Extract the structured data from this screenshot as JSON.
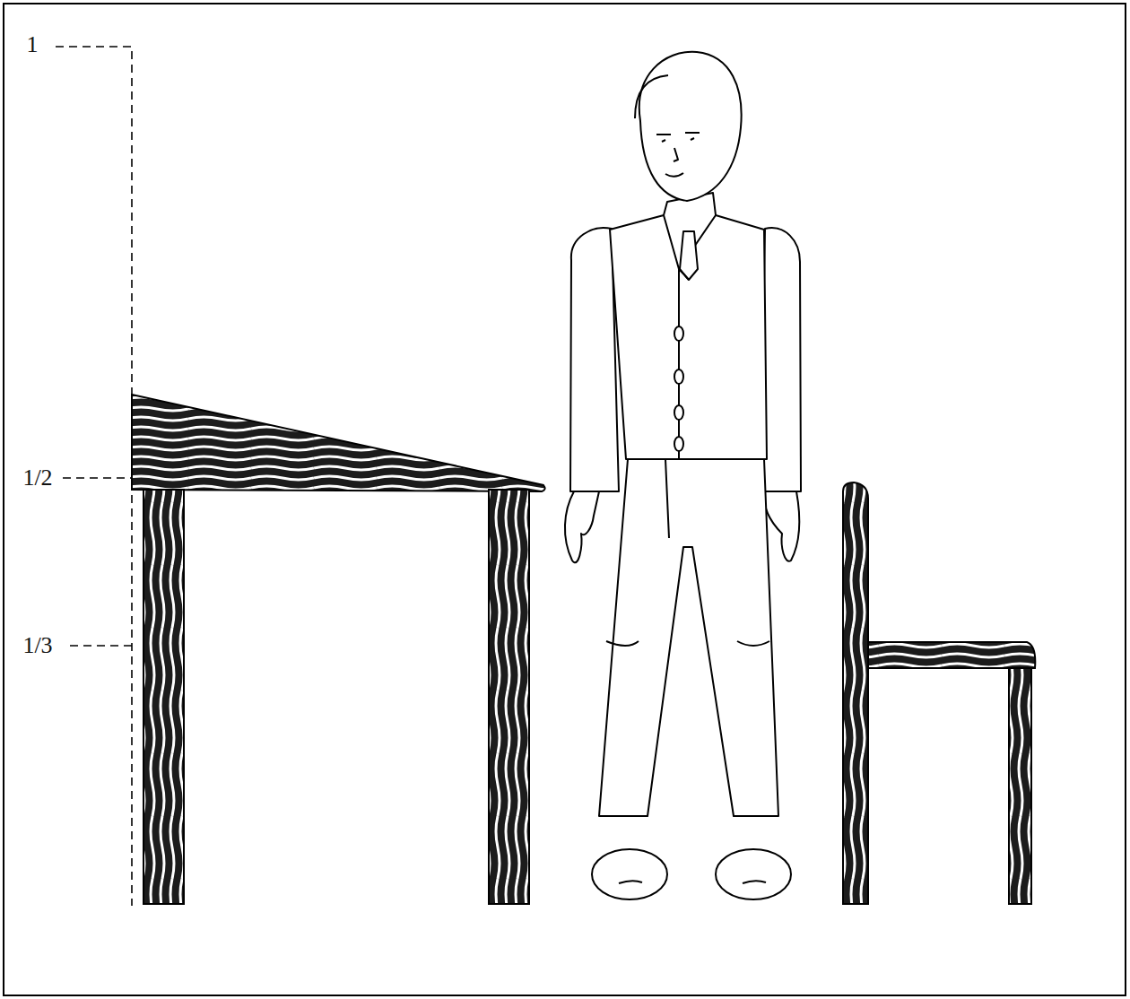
{
  "diagram": {
    "labels": [
      "1",
      "1/2",
      "1/3"
    ]
  }
}
